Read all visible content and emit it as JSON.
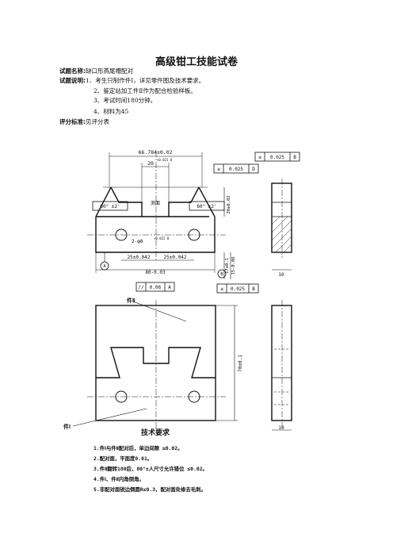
{
  "title": "高级钳工技能试卷",
  "fields": {
    "name_label": "试题名称:",
    "name_value": "缺口形燕尾槽配对",
    "desc_label": "试题说明:",
    "desc_items": [
      "1、考生只制作件Ⅰ，详见零件图及技术要求。",
      "2、鉴定站加工件Ⅱ作为配合检验样板。",
      "3、考试时间180分钟。",
      "4、材料为45"
    ],
    "score_label": "评分标准:",
    "score_value": "见评分表"
  },
  "drawing": {
    "dim_top": "66.784±0.02",
    "dim_slot": "20",
    "dim_slot_tol": "+0.021\n0",
    "angle_left": "60° ±2'",
    "angle_right": "60° ±2'",
    "center_label": "测面",
    "dim_height_slot": "20±0.02",
    "dim_holes": "2-φ8",
    "dim_holes_tol": "+0.022\n0",
    "dim_hole_left": "25±0.042",
    "dim_hole_right": "25±0.042",
    "dim_width": "80-0.03",
    "dim_height_a": "17±0.1",
    "dim_height_b": "15-0.06",
    "dim_thickness": "10",
    "gtol_sym_top": "0.025",
    "gtol_sym_top_ref": "B",
    "gtol_sym_slot": "0.025",
    "gtol_sym_slot_ref": "D",
    "gtol_parallel": "0.06",
    "gtol_parallel_ref": "A",
    "gtol_bottom": "0.025",
    "gtol_bottom_ref": "B",
    "datum_a": "A",
    "datum_b": "B",
    "part2_label": "件Ⅱ",
    "part1_label": "件Ⅰ",
    "dim_assembly_h": "70±0.1",
    "dim_thickness2": "10"
  },
  "tech": {
    "heading": "技术要求",
    "items": [
      "1.件Ⅰ与件Ⅱ配对后，单边间隙 ≤0.02。",
      "2.配对面，平面度0.01。",
      "3.件Ⅱ翻转180后，80°±人尺寸允许错位 ≤0.02。",
      "4.件Ⅰ、件Ⅱ内角倒角。",
      "5.非配对面锐边倒圆R≤0.3，配对面处修去毛刺。"
    ]
  }
}
